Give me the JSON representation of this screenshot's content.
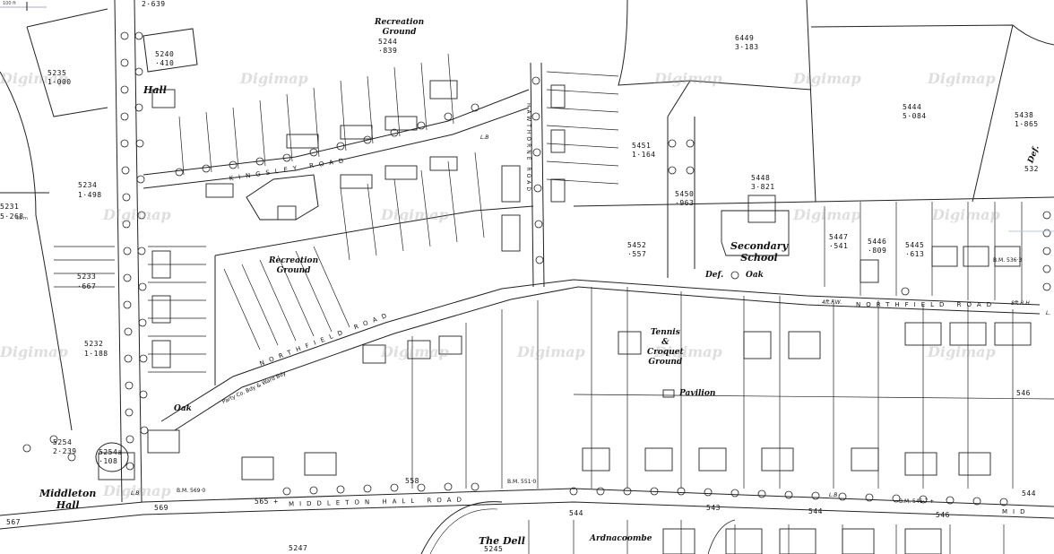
{
  "map": {
    "source_watermark": "Digimap",
    "scale_label": "100 ft",
    "scale_label_m": "50 m",
    "roads": {
      "kingsley": "KINGSLEY ROAD",
      "hawthorne": "HAWTHORNE ROAD",
      "northfield_west": "NORTHFIELD ROAD",
      "northfield_east": "NORTHFIELD ROAD",
      "middleton_hall": "MIDDLETON HALL ROAD",
      "mid_east": "MID"
    },
    "places": {
      "recreation_ground_north": [
        "Recreation",
        "Ground"
      ],
      "recreation_ground_south": [
        "Recreation",
        "Ground"
      ],
      "secondary_school": [
        "Secondary",
        "School"
      ],
      "tennis": [
        "Tennis",
        "&",
        "Croquet",
        "Ground"
      ],
      "pavilion": "Pavilion",
      "middleton_hall": [
        "Middleton",
        "Hall"
      ],
      "hall_north": "Hall",
      "the_dell": "The Dell",
      "ardnacoombe": "Ardnacoombe",
      "oak_east": "Oak",
      "oak_west": "Oak",
      "def_east": "Def.",
      "def_ne": "Def.",
      "boundary_note": "Party Co. Bdy & Ward Bdy",
      "road_note_w": "4ft.F.W.",
      "road_note_e": "8ft.R.H.",
      "lb1": "L.B",
      "lb2": "L.B",
      "lb3": "L.B",
      "lb4": "L."
    },
    "parcels": [
      {
        "id": "2·639",
        "area": ""
      },
      {
        "id": "5240",
        "area": "·410"
      },
      {
        "id": "5235",
        "area": "1·000"
      },
      {
        "id": "5244",
        "area": "·839"
      },
      {
        "id": "6449",
        "area": "3·183"
      },
      {
        "id": "5444",
        "area": "5·084"
      },
      {
        "id": "5438",
        "area": "1·865"
      },
      {
        "id": "5451",
        "area": "1·164"
      },
      {
        "id": "5448",
        "area": "3·821"
      },
      {
        "id": "5450",
        "area": "·963"
      },
      {
        "id": "5452",
        "area": "·557"
      },
      {
        "id": "5447",
        "area": "·541"
      },
      {
        "id": "5446",
        "area": "·809"
      },
      {
        "id": "5445",
        "area": "·613"
      },
      {
        "id": "5234",
        "area": "1·498"
      },
      {
        "id": "5231",
        "area": "5·268"
      },
      {
        "id": "5233",
        "area": "·667"
      },
      {
        "id": "5232",
        "area": "1·188"
      },
      {
        "id": "5254",
        "area": "2·239"
      },
      {
        "id": "5254a",
        "area": "·108"
      },
      {
        "id": "5247",
        "area": ""
      },
      {
        "id": "5245",
        "area": ""
      }
    ],
    "spot_heights": {
      "h532": "532",
      "h546a": "546",
      "h567": "567",
      "h569": "569",
      "h565": "565 +",
      "h558": "558",
      "h544a": "544",
      "h543": "543",
      "h544b": "544",
      "h546b": "546",
      "h544c": "544"
    },
    "benchmarks": {
      "bm5360": "B.M. 536·3",
      "bm5690": "B.M. 569·0",
      "bm5510": "B.M. 551·0",
      "bm5467": "B.M. 546·7 +"
    }
  }
}
